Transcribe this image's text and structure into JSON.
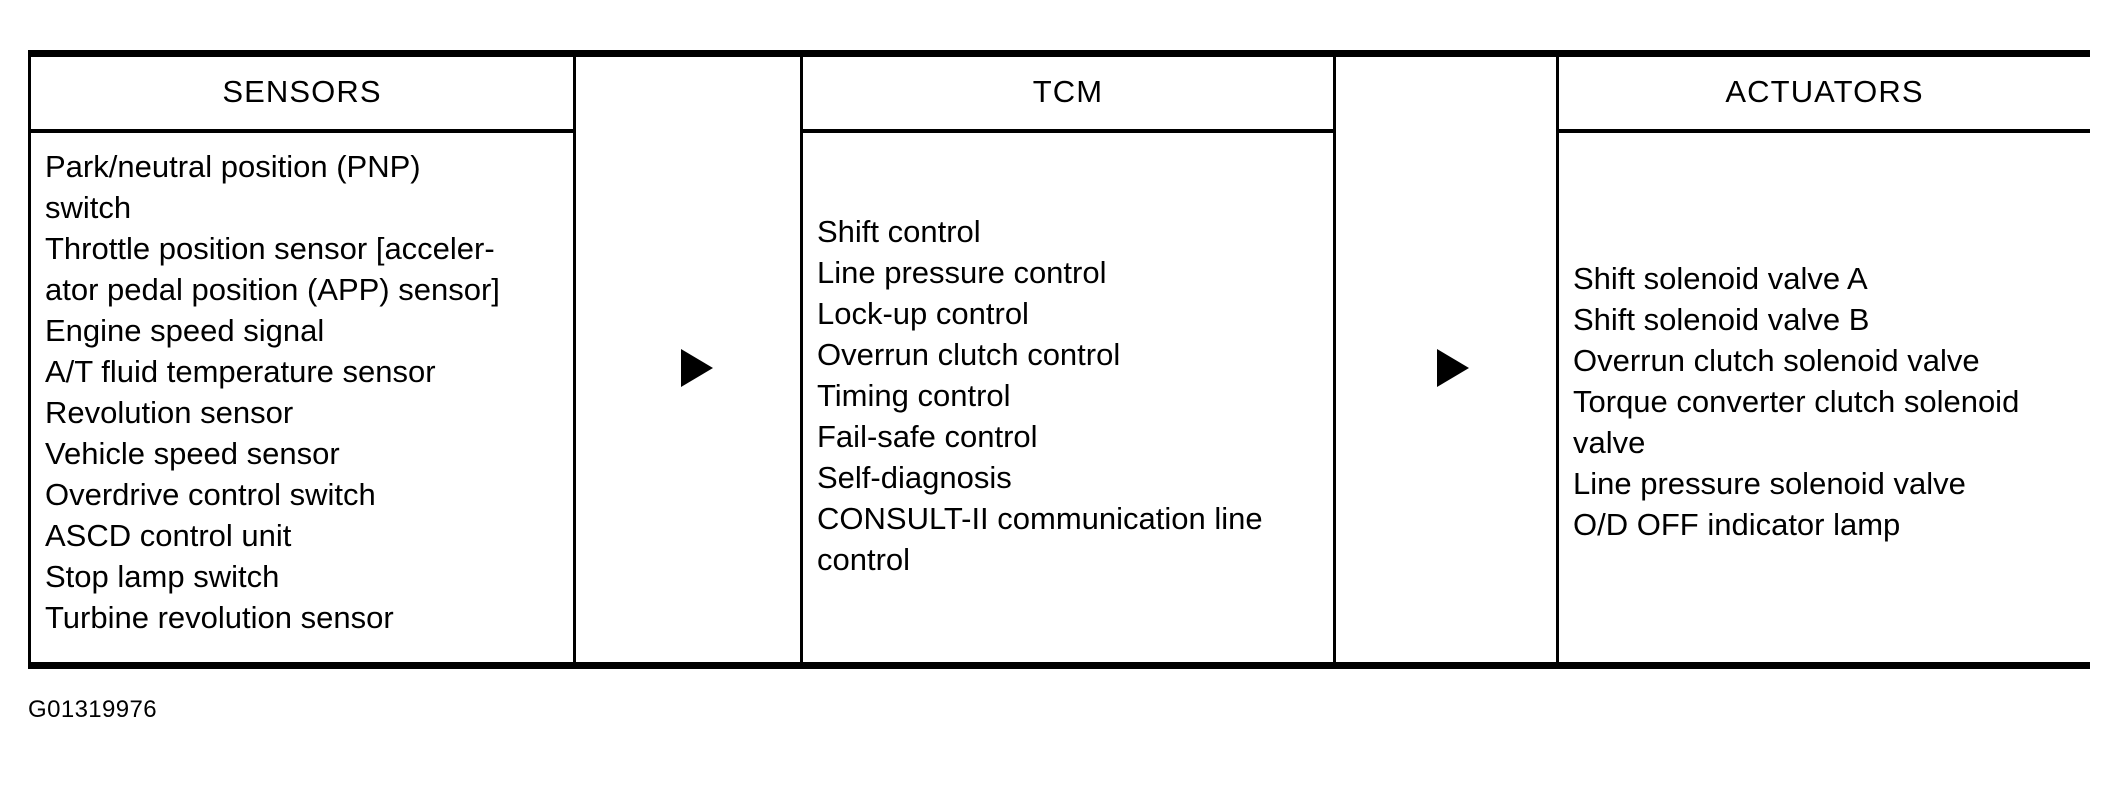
{
  "figure": {
    "caption": "G01319976"
  },
  "columns": [
    {
      "key": "sensors",
      "title": "SENSORS",
      "items": [
        "Park/neutral position (PNP)",
        "switch",
        "Throttle position sensor [acceler-",
        "ator pedal position (APP) sensor]",
        "Engine speed signal",
        "A/T fluid temperature sensor",
        "Revolution sensor",
        "Vehicle speed sensor",
        "Overdrive control switch",
        "ASCD control unit",
        "Stop lamp switch",
        "Turbine revolution sensor"
      ]
    },
    {
      "key": "tcm",
      "title": "TCM",
      "items": [
        "Shift control",
        "Line pressure control",
        "Lock-up control",
        "Overrun clutch control",
        "Timing control",
        "Fail-safe control",
        "Self-diagnosis",
        "CONSULT-II communication line",
        "control"
      ]
    },
    {
      "key": "actuators",
      "title": "ACTUATORS",
      "items": [
        "Shift solenoid valve A",
        "Shift solenoid valve B",
        "Overrun clutch solenoid valve",
        "Torque converter clutch solenoid",
        "valve",
        "Line pressure solenoid valve",
        "O/D OFF indicator lamp"
      ]
    }
  ],
  "arrows": [
    {
      "name": "sensors-to-tcm",
      "glyph": "right-triangle"
    },
    {
      "name": "tcm-to-actuators",
      "glyph": "right-triangle"
    }
  ]
}
